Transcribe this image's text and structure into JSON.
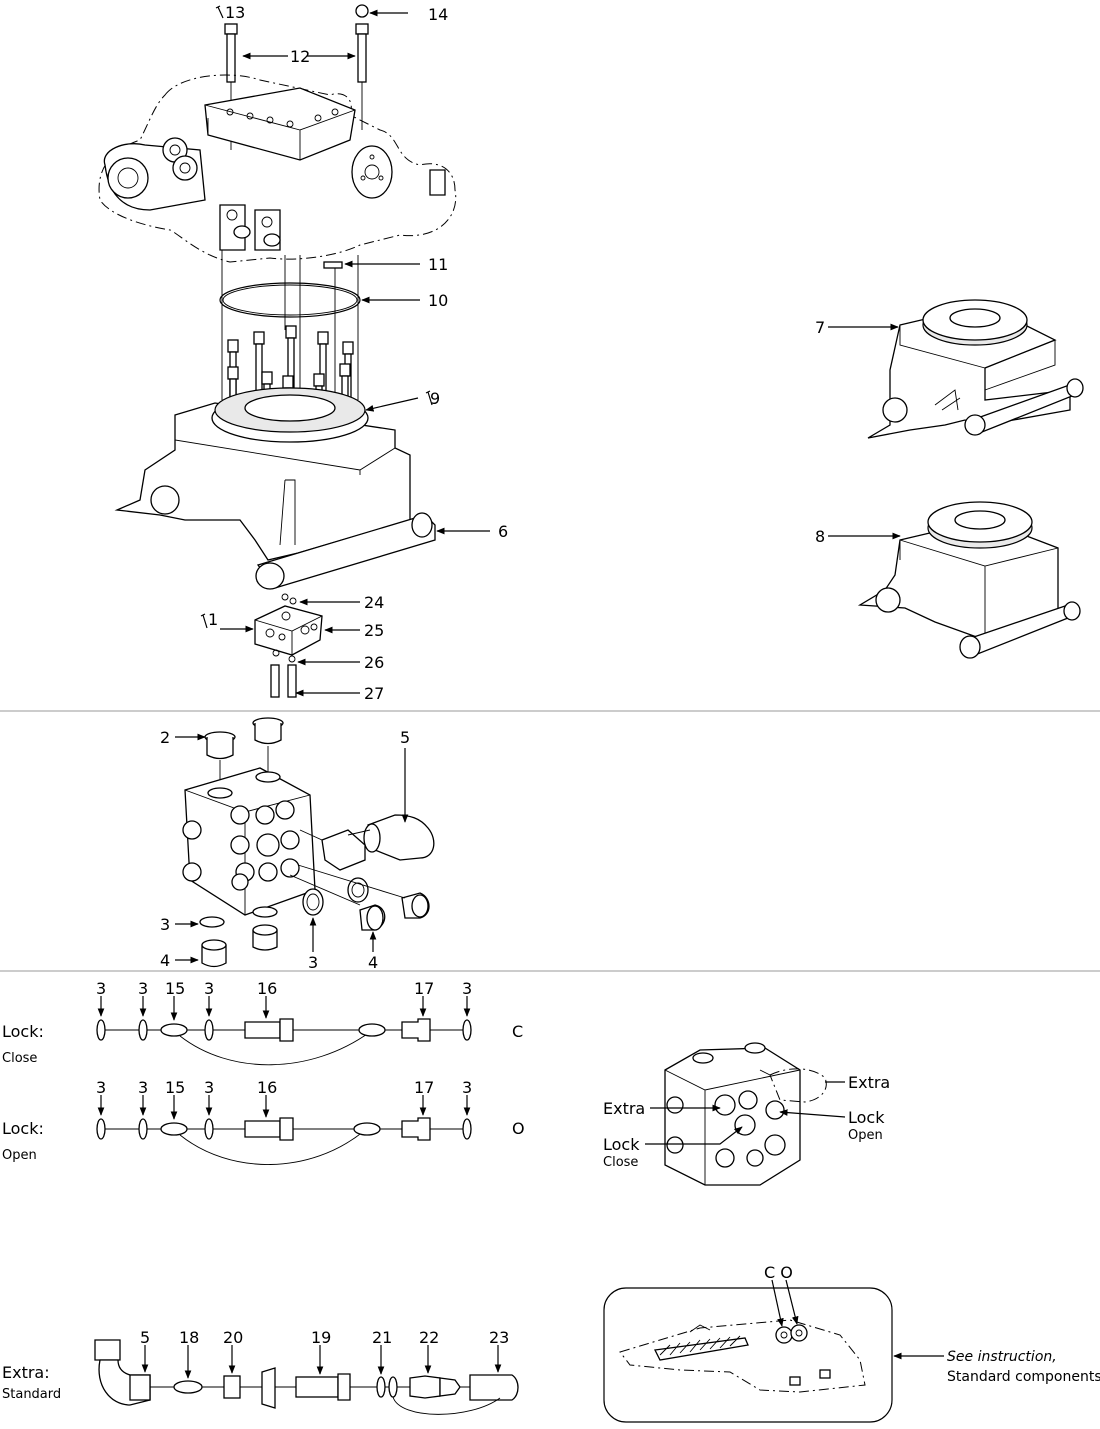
{
  "callouts": {
    "n1": "1",
    "n2": "2",
    "n3": "3",
    "n4": "4",
    "n5": "5",
    "n6": "6",
    "n7": "7",
    "n8": "8",
    "n9": "9",
    "n10": "10",
    "n11": "11",
    "n12": "12",
    "n13": "13",
    "n14": "14",
    "n15": "15",
    "n16": "16",
    "n17": "17",
    "n18": "18",
    "n19": "19",
    "n20": "20",
    "n21": "21",
    "n22": "22",
    "n23": "23",
    "n24": "24",
    "n25": "25",
    "n26": "26",
    "n27": "27"
  },
  "lock_close": {
    "title": "Lock:",
    "sub": "Close",
    "code": "C"
  },
  "lock_open": {
    "title": "Lock:",
    "sub": "Open",
    "code": "O"
  },
  "extra": {
    "title": "Extra:",
    "sub": "Standard"
  },
  "valve_labels": {
    "extra_left": "Extra",
    "extra_right": "Extra",
    "lock_close": "Lock",
    "lock_close_sub": "Close",
    "lock_open": "Lock",
    "lock_open_sub": "Open"
  },
  "inset": {
    "co": "C O",
    "note_line1": "See instruction,",
    "note_line2": "Standard components"
  }
}
